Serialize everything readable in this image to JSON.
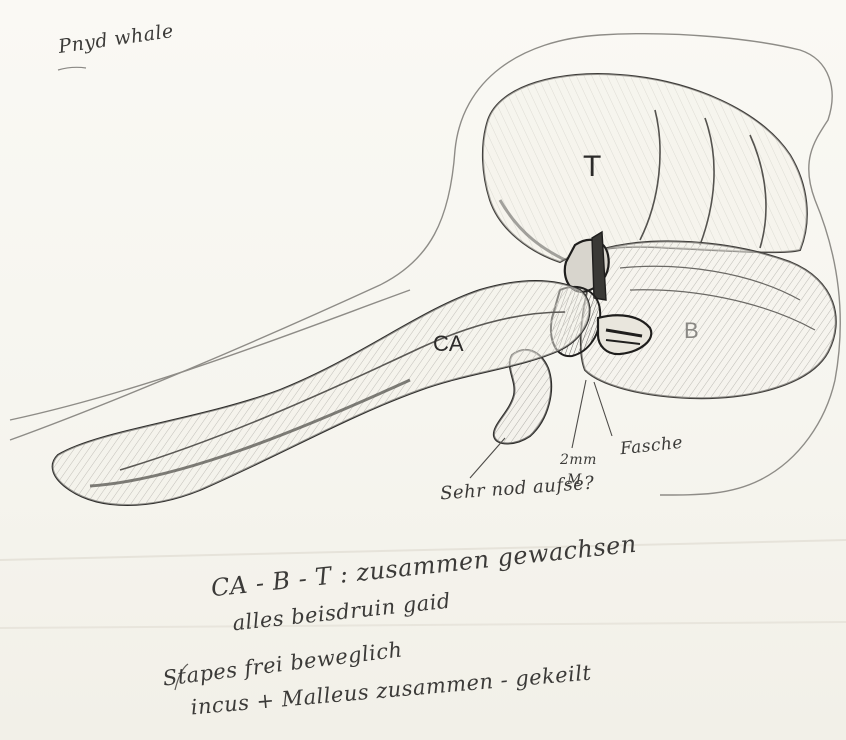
{
  "sheet": {
    "title_note": "Pnyd whale",
    "labels": {
      "t": "T",
      "b": "B",
      "ca": "CA",
      "size": "2mm",
      "m": "M",
      "fascie": "Fasche",
      "sehr": "Sehr nod aufse?"
    },
    "notes": [
      "CA - B - T : zusammen gewachsen",
      "alles beisdruin gaid",
      "Stapes frei beweglich",
      "incus + Malleus zusammen - gekeilt"
    ]
  }
}
